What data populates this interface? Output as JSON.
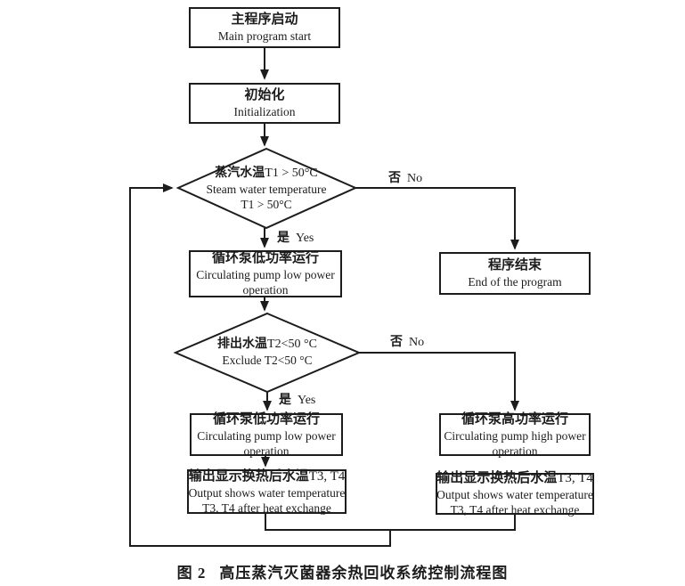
{
  "figure": {
    "caption_label": "图 2",
    "caption_title": "高压蒸汽灭菌器余热回收系统控制流程图"
  },
  "branch_labels": {
    "no_cjk": "否",
    "no_en": "No",
    "yes_cjk": "是",
    "yes_en": "Yes"
  },
  "nodes": {
    "main_start": {
      "zh": "主程序启动",
      "en": "Main program start"
    },
    "init": {
      "zh": "初始化",
      "en": "Initialization"
    },
    "decision_t1": {
      "zh_bold": "蒸汽水温",
      "zh_rest": "T1 > 50°C",
      "en_line1": "Steam water temperature",
      "en_line2": "T1 > 50°C"
    },
    "end_program": {
      "zh": "程序结束",
      "en": "End of the program"
    },
    "pump_low_1": {
      "zh": "循环泵低功率运行",
      "en_line1": "Circulating pump low power",
      "en_line2": "operation"
    },
    "decision_t2": {
      "zh_bold": "排出水温",
      "zh_rest": "T2<50 °C",
      "en": "Exclude T2<50 °C"
    },
    "pump_low_2": {
      "zh": "循环泵低功率运行",
      "en_line1": "Circulating pump low power",
      "en_line2": "operation"
    },
    "pump_high": {
      "zh": "循环泵高功率运行",
      "en_line1": "Circulating pump high power",
      "en_line2": "operation"
    },
    "output_left": {
      "zh_bold": "输出显示换热后水温",
      "zh_rest": "T3, T4",
      "en_line1": "Output shows water temperature",
      "en_line2": "T3, T4 after heat exchange"
    },
    "output_right": {
      "zh_bold": "输出显示换热后水温",
      "zh_rest": "T3, T4",
      "en_line1": "Output shows water temperature",
      "en_line2": "T3, T4 after heat exchange"
    }
  },
  "colors": {
    "stroke": "#1c1c1c",
    "background": "#ffffff",
    "text": "#1c1c1c"
  }
}
